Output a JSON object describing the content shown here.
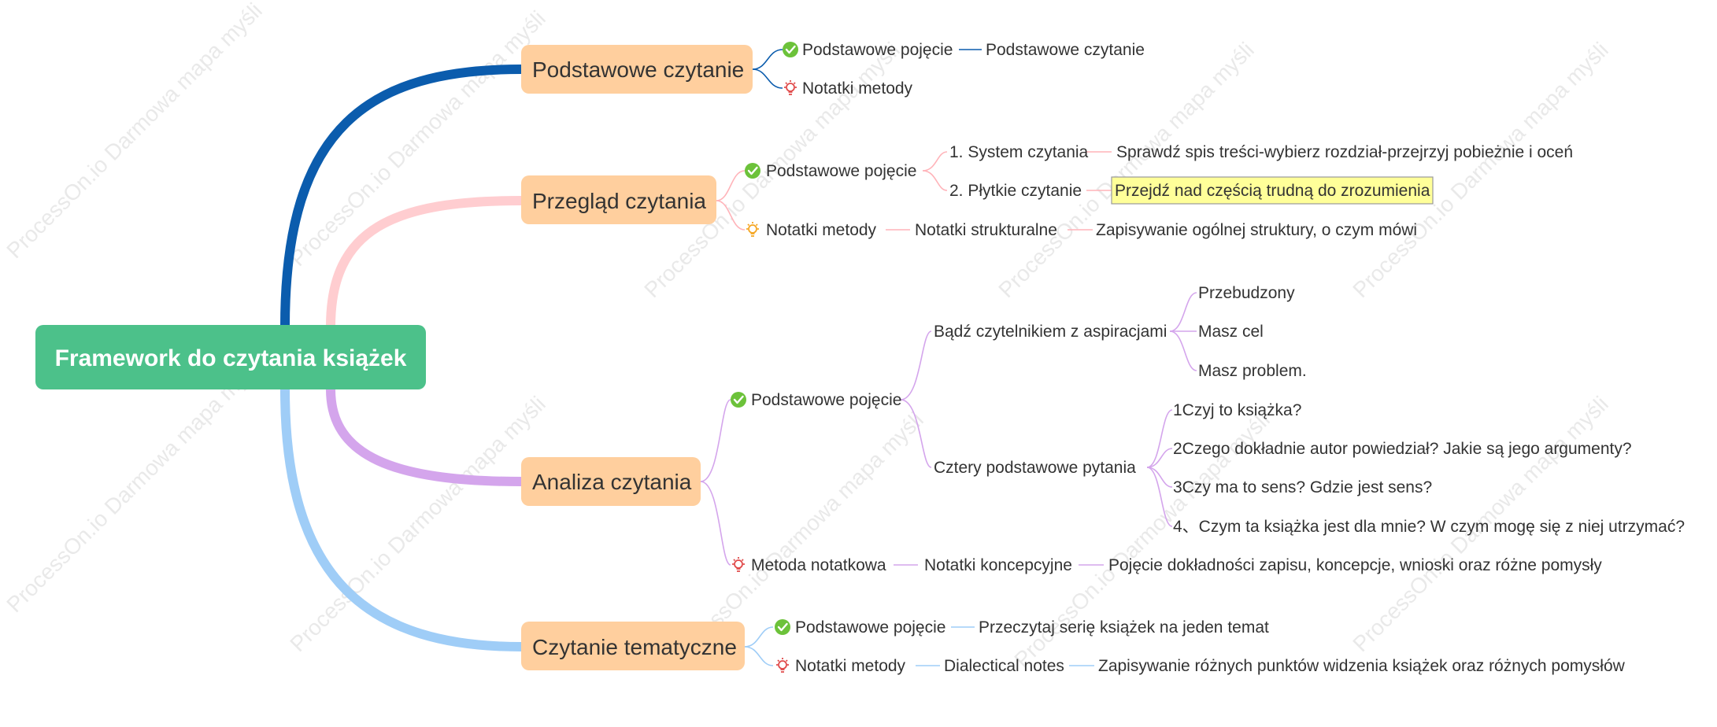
{
  "colors": {
    "root": "#4cc18a",
    "branch_fill": "#ffcf9e",
    "branch1": "#0b5cad",
    "branch2": "#ffcdd0",
    "branch3": "#d4a5ec",
    "branch4": "#9fcdf7",
    "highlight_fill": "#ffff99",
    "check": "#6cc23a",
    "bulb_red": "#e04a4a",
    "bulb_orange": "#f5a623"
  },
  "watermark": "ProcessOn.io Darmowa mapa myśli",
  "root": {
    "label": "Framework do czytania książek"
  },
  "branches": [
    {
      "label": "Podstawowe czytanie",
      "children": [
        {
          "icon": "check-icon",
          "label": "Podstawowe pojęcie",
          "children": [
            {
              "label": "Podstawowe czytanie"
            }
          ]
        },
        {
          "icon": "bulb-icon",
          "label": "Notatki metody"
        }
      ]
    },
    {
      "label": "Przegląd czytania",
      "children": [
        {
          "icon": "check-icon",
          "label": "Podstawowe pojęcie",
          "children": [
            {
              "label": "1. System czytania",
              "children": [
                {
                  "label": "Sprawdź spis treści-wybierz rozdział-przejrzyj pobieżnie i oceń"
                }
              ]
            },
            {
              "label": "2. Płytkie czytanie",
              "children": [
                {
                  "label": "Przejdź nad częścią trudną do zrozumienia",
                  "highlight": true
                }
              ]
            }
          ]
        },
        {
          "icon": "bulb-icon",
          "label": "Notatki metody",
          "children": [
            {
              "label": "Notatki strukturalne",
              "children": [
                {
                  "label": "Zapisywanie ogólnej struktury, o czym mówi"
                }
              ]
            }
          ]
        }
      ]
    },
    {
      "label": "Analiza czytania",
      "children": [
        {
          "icon": "check-icon",
          "label": "Podstawowe pojęcie",
          "children": [
            {
              "label": "Bądź czytelnikiem z aspiracjami",
              "children": [
                {
                  "label": "Przebudzony"
                },
                {
                  "label": "Masz cel"
                },
                {
                  "label": "Masz problem."
                }
              ]
            },
            {
              "label": "Cztery podstawowe pytania",
              "children": [
                {
                  "label": "1Czyj to książka?"
                },
                {
                  "label": "2Czego dokładnie autor powiedział? Jakie są jego argumenty?"
                },
                {
                  "label": "3Czy ma to sens? Gdzie jest sens?"
                },
                {
                  "label": "4、Czym ta książka jest dla mnie? W czym mogę się z niej utrzymać?"
                }
              ]
            }
          ]
        },
        {
          "icon": "bulb-icon",
          "label": "Metoda notatkowa",
          "children": [
            {
              "label": "Notatki koncepcyjne",
              "children": [
                {
                  "label": "Pojęcie dokładności zapisu, koncepcje, wnioski oraz różne pomysły"
                }
              ]
            }
          ]
        }
      ]
    },
    {
      "label": "Czytanie tematyczne",
      "children": [
        {
          "icon": "check-icon",
          "label": "Podstawowe pojęcie",
          "children": [
            {
              "label": "Przeczytaj serię książek na jeden temat"
            }
          ]
        },
        {
          "icon": "bulb-icon",
          "label": "Notatki metody",
          "children": [
            {
              "label": "Dialectical notes",
              "children": [
                {
                  "label": "Zapisywanie różnych punktów widzenia książek oraz różnych pomysłów"
                }
              ]
            }
          ]
        }
      ]
    }
  ]
}
